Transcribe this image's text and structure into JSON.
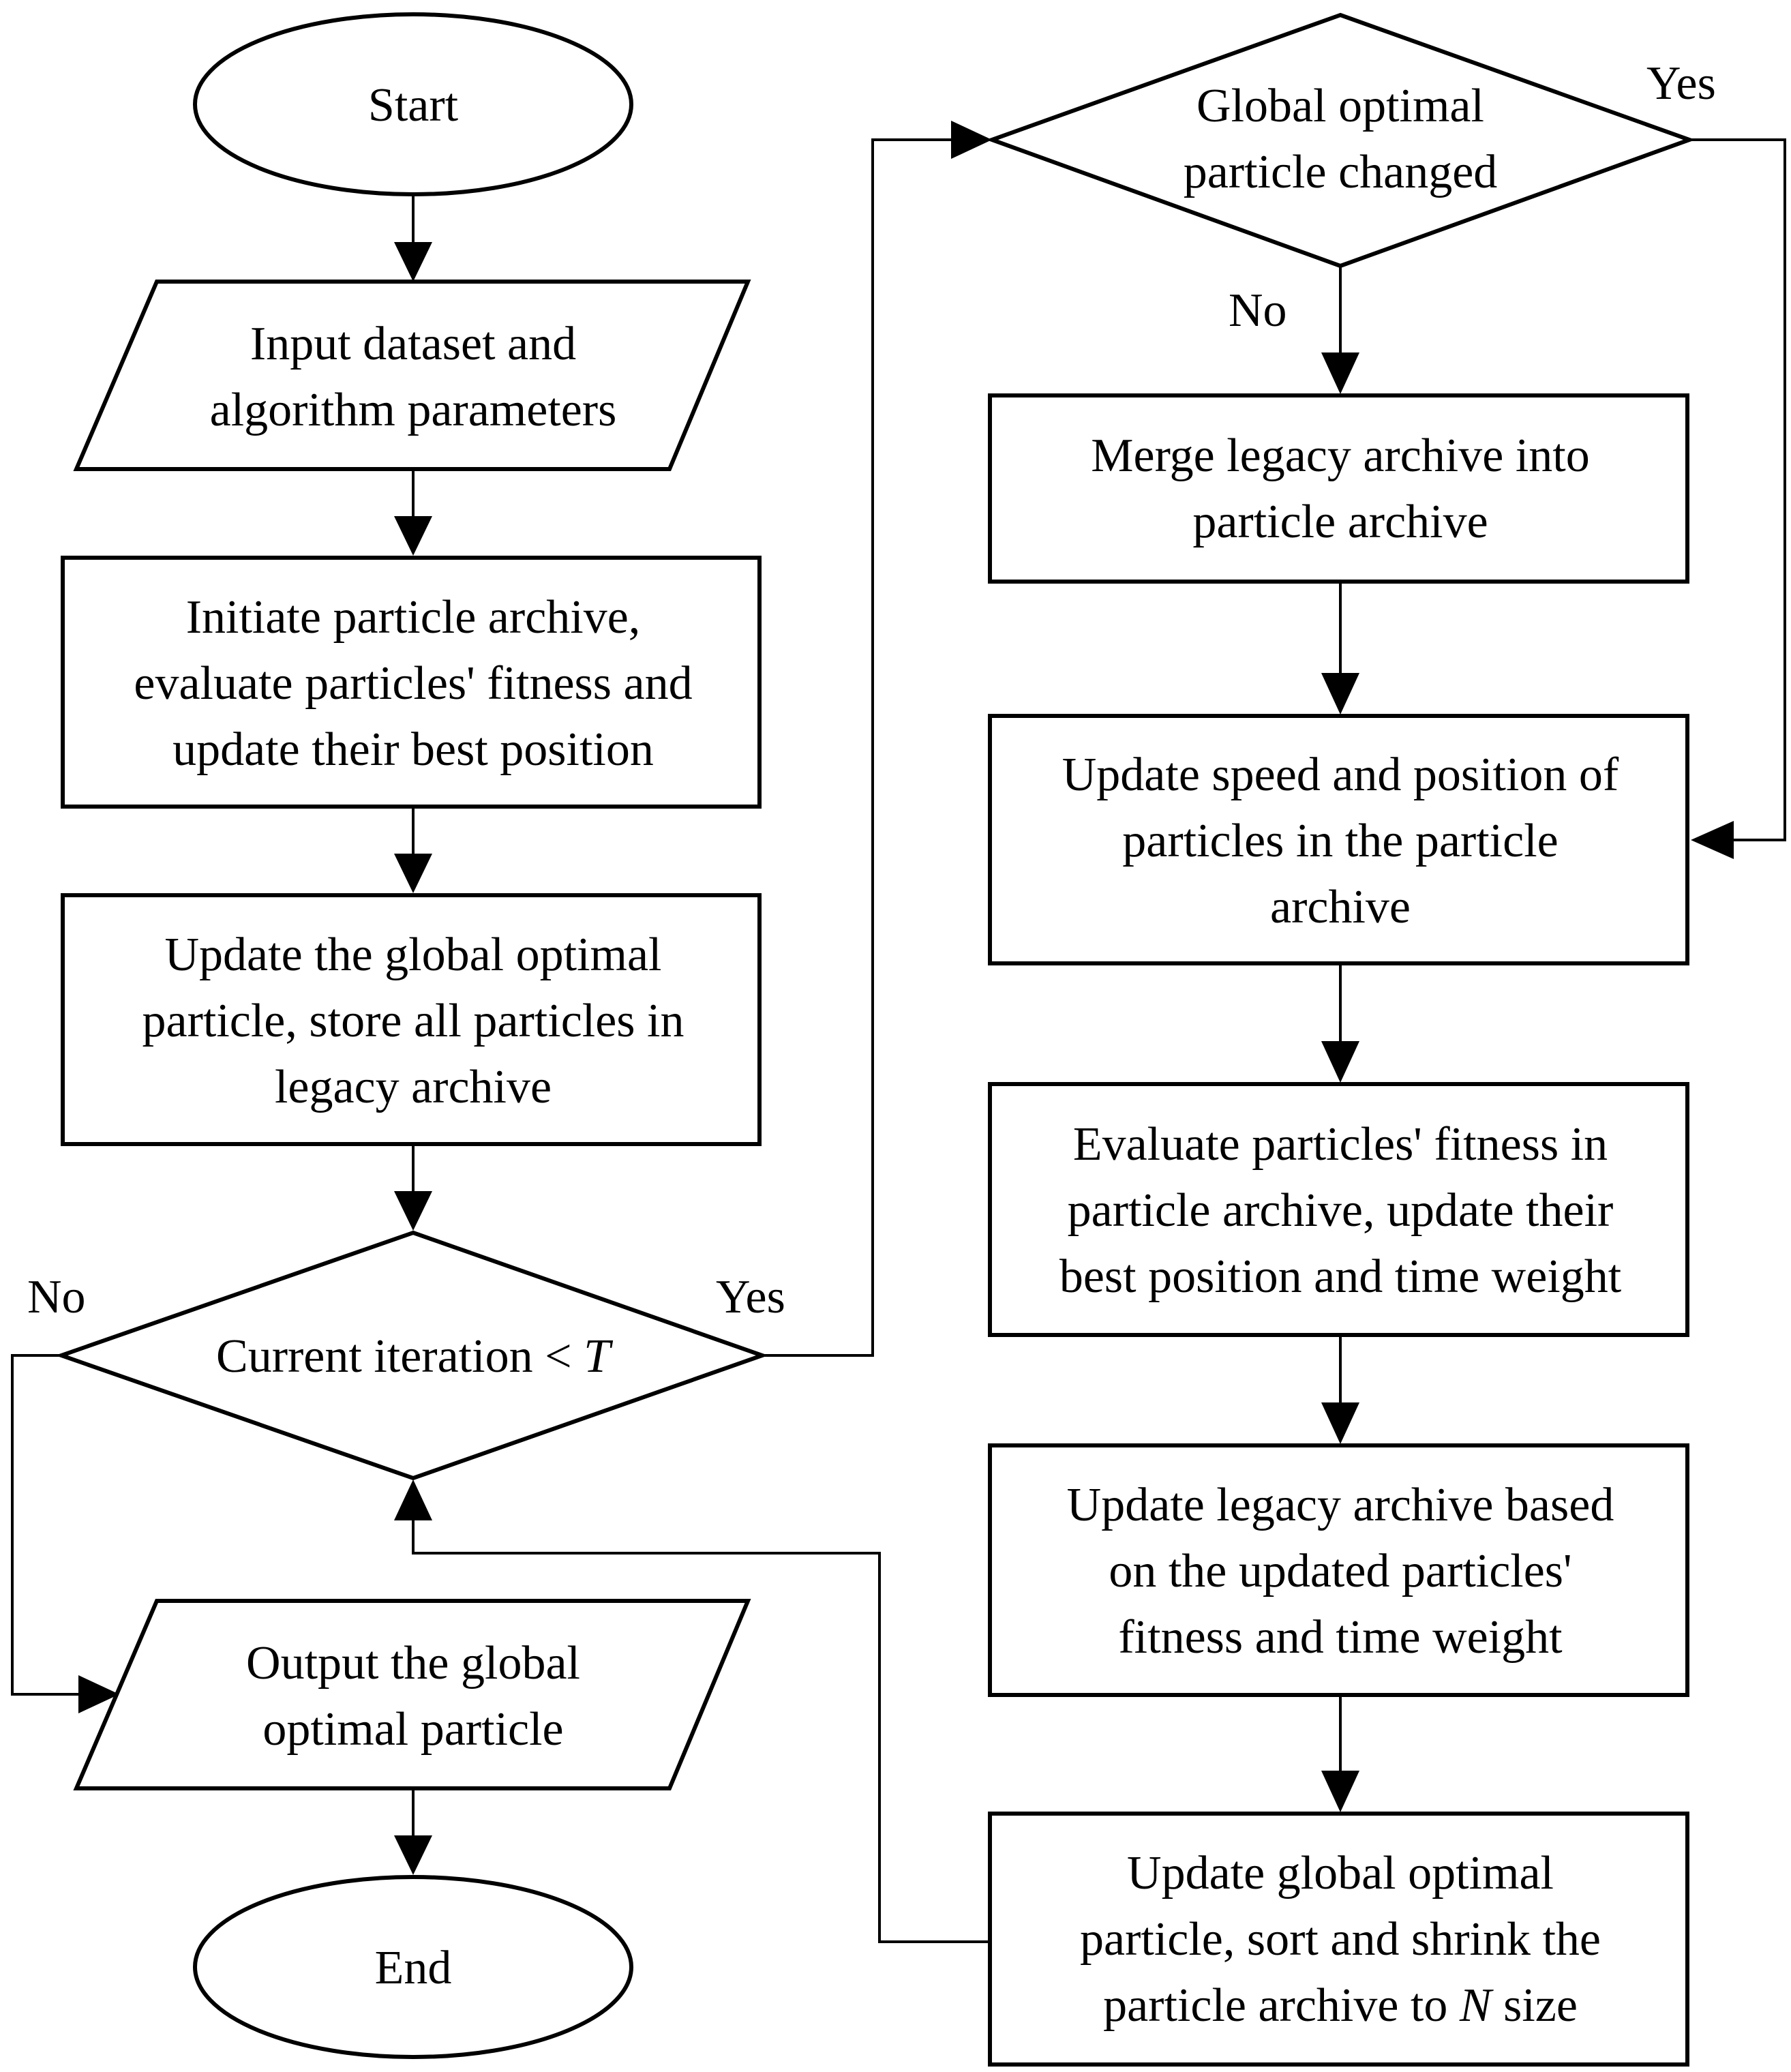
{
  "colors": {
    "stroke": "#000000",
    "fill": "#ffffff",
    "text": "#000000"
  },
  "nodes": {
    "start": {
      "shape": "terminal",
      "lines": [
        "Start"
      ]
    },
    "input": {
      "shape": "data",
      "lines": [
        "Input dataset and",
        "algorithm parameters"
      ]
    },
    "init": {
      "shape": "process",
      "lines": [
        "Initiate particle archive,",
        "evaluate particles' fitness and",
        "update their best position"
      ]
    },
    "update_global": {
      "shape": "process",
      "lines": [
        "Update the global optimal",
        "particle, store all particles in",
        "legacy archive"
      ]
    },
    "check_iter": {
      "shape": "decision",
      "text": "Current iteration < ",
      "var": "T"
    },
    "output": {
      "shape": "data",
      "lines": [
        "Output the global",
        "optimal particle"
      ]
    },
    "end": {
      "shape": "terminal",
      "lines": [
        "End"
      ]
    },
    "check_changed": {
      "shape": "decision",
      "lines": [
        "Global optimal",
        "particle changed"
      ]
    },
    "merge": {
      "shape": "process",
      "lines": [
        "Merge legacy archive into",
        "particle archive"
      ]
    },
    "update_speed": {
      "shape": "process",
      "lines": [
        "Update speed and position of",
        "particles in the particle",
        "archive"
      ]
    },
    "evaluate": {
      "shape": "process",
      "lines": [
        "Evaluate particles' fitness in",
        "particle archive, update their",
        "best position and time weight"
      ]
    },
    "update_legacy": {
      "shape": "process",
      "lines": [
        "Update legacy archive based",
        "on the updated particles'",
        "fitness and time weight"
      ]
    },
    "update_sort": {
      "shape": "process",
      "lines": [
        "Update global optimal",
        "particle, sort and shrink the"
      ],
      "last_line_pre": "particle archive to ",
      "last_line_var": "N",
      "last_line_post": " size"
    }
  },
  "edge_labels": {
    "iter_no": "No",
    "iter_yes": "Yes",
    "changed_yes": "Yes",
    "changed_no": "No"
  }
}
